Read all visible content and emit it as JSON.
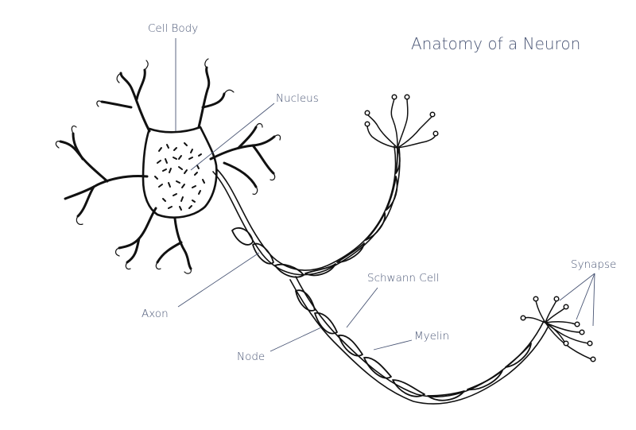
{
  "title": "Anatomy of a Neuron",
  "labels": {
    "cell_body": "Cell Body",
    "nucleus": "Nucleus",
    "axon": "Axon",
    "node": "Node",
    "schwann_cell": "Schwann Cell",
    "myelin": "Myelin",
    "synapse": "Synapse"
  },
  "colors": {
    "ink": "#111111",
    "label": "#4a5675",
    "background": "#ffffff"
  }
}
